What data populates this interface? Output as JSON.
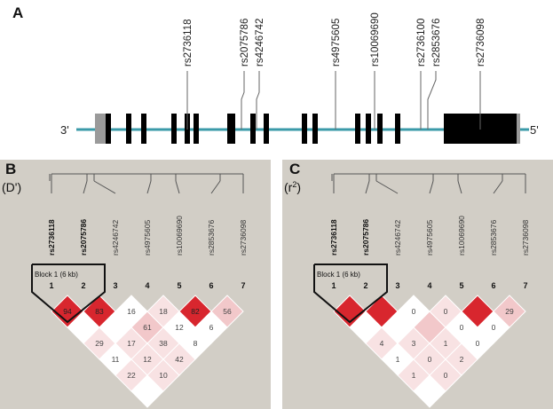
{
  "panel_a": {
    "letter": "A",
    "strand_left": "3'",
    "strand_right": "5'",
    "snps": [
      "rs2736118",
      "rs2075786",
      "rs4246742",
      "rs4975605",
      "rs10069690",
      "rs2736100",
      "rs2853676",
      "rs2736098"
    ]
  },
  "panels": [
    {
      "letter": "B",
      "measure": "(D')",
      "snps": [
        "rs2736118",
        "rs2075786",
        "rs4246742",
        "rs4975605",
        "rs10069690",
        "rs2853676",
        "rs2736098"
      ],
      "bold_snps": [
        0,
        1
      ],
      "indices": [
        "1",
        "2",
        "3",
        "4",
        "5",
        "6",
        "7"
      ],
      "block_label": "Block 1 (6 kb)",
      "values": {
        "0-1": "94",
        "0-2": "",
        "0-3": "29",
        "0-4": "11",
        "0-5": "22",
        "0-6": "",
        "1-2": "83",
        "1-3": "",
        "1-4": "17",
        "1-5": "12",
        "1-6": "10",
        "2-3": "16",
        "2-4": "",
        "2-5": "38",
        "2-6": "42",
        "3-4": "18",
        "3-5": "12",
        "3-6": "8",
        "4-5": "82",
        "4-6": "6",
        "5-6": "56"
      },
      "values_extra": {
        "2-4": "61",
        "3-5": "12",
        "4-6": "6",
        "5-6": "56"
      }
    },
    {
      "letter": "C",
      "measure": "(r",
      "measure_sup": "2",
      "measure_close": ")",
      "snps": [
        "rs2736118",
        "rs2075786",
        "rs4246742",
        "rs4975605",
        "rs10069690",
        "rs2853676",
        "rs2736098"
      ],
      "bold_snps": [
        0,
        1
      ],
      "indices": [
        "1",
        "2",
        "3",
        "4",
        "5",
        "6",
        "7"
      ],
      "block_label": "Block 1 (6 kb)",
      "values": {
        "0-1": "",
        "0-2": "",
        "0-3": "4",
        "0-4": "1",
        "0-5": "1",
        "0-6": "",
        "1-2": "",
        "1-3": "",
        "1-4": "3",
        "1-5": "0",
        "1-6": "0",
        "2-3": "0",
        "2-4": "",
        "2-5": "1",
        "2-6": "2",
        "3-4": "0",
        "3-5": "0",
        "3-6": "0",
        "4-5": "",
        "4-6": "0",
        "5-6": "29"
      }
    }
  ],
  "colors": {
    "dark_red": "#d8262e",
    "mid_red": "#e46a70",
    "light_pink": "#f2c8ca",
    "pale_pink": "#f8e2e3",
    "white": "#ffffff",
    "ld_background": "#d2cec6",
    "exon": "#000000",
    "intron_line": "#3a9aa8",
    "utr_grey": "#9a9a9a"
  }
}
